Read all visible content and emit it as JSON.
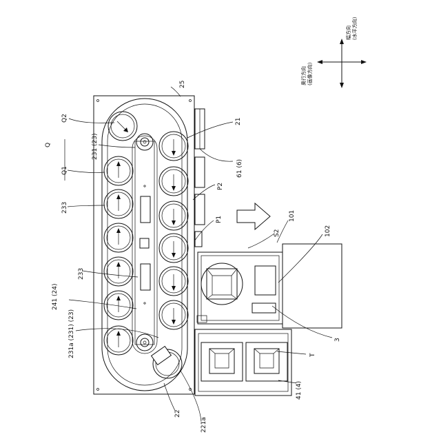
{
  "labels": {
    "ref_25": "25",
    "ref_Q2": "Q2",
    "ref_Q": "Q",
    "ref_Q1": "Q1",
    "ref_231_23": "231 (23)",
    "ref_233_a": "233",
    "ref_233_b": "233",
    "ref_241_24": "241 (24)",
    "ref_231a": "231a (231) (23)",
    "ref_21": "21",
    "ref_61_6": "61 (6)",
    "ref_P2": "P2",
    "ref_P1": "P1",
    "ref_S2": "S2",
    "ref_101": "101",
    "ref_102": "102",
    "ref_3": "3",
    "ref_T": "T",
    "ref_41_4": "41 (4)",
    "ref_22": "22",
    "ref_221a": "221a"
  },
  "direction_legend": {
    "width_dir": "幅方向",
    "width_sub": "(水平方向)",
    "depth_dir": "奥行方向",
    "depth_sub": "(画像方向)"
  }
}
